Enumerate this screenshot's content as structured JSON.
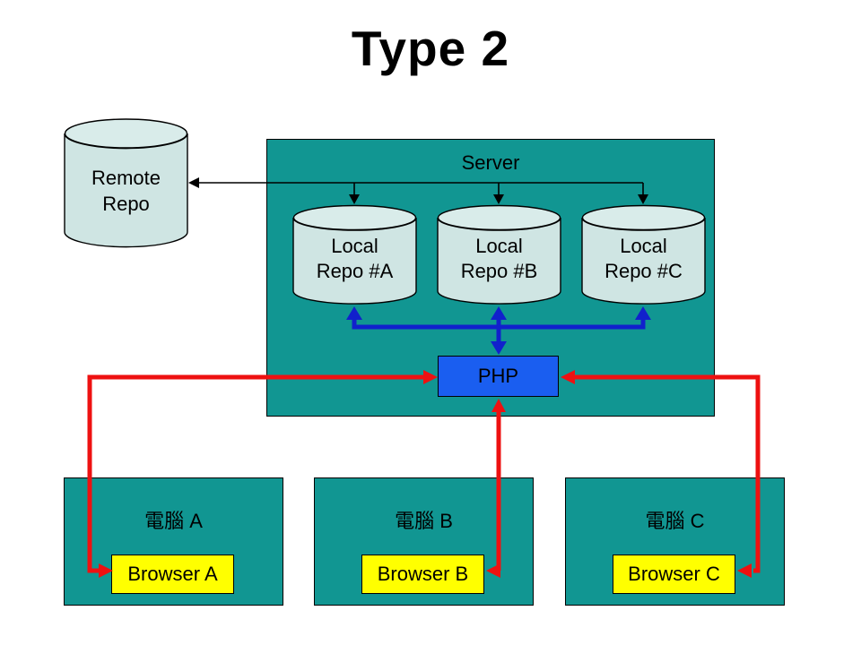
{
  "title": "Type 2",
  "colors": {
    "teal": "#119692",
    "cyl_fill": "#cfe5e3",
    "cyl_top": "#d9ecea",
    "php_blue": "#1a5ef0",
    "browser_yellow": "#ffff00",
    "arrow_red": "#ee1111",
    "arrow_blue": "#1120cc",
    "ink": "#000000",
    "bg": "#ffffff"
  },
  "remote_repo": {
    "label_line1": "Remote",
    "label_line2": "Repo"
  },
  "server": {
    "label": "Server",
    "php_label": "PHP",
    "repos": [
      {
        "line1": "Local",
        "line2": "Repo #A"
      },
      {
        "line1": "Local",
        "line2": "Repo #B"
      },
      {
        "line1": "Local",
        "line2": "Repo #C"
      }
    ]
  },
  "computers": [
    {
      "label": "電腦 A",
      "browser": "Browser A"
    },
    {
      "label": "電腦 B",
      "browser": "Browser B"
    },
    {
      "label": "電腦 C",
      "browser": "Browser C"
    }
  ]
}
